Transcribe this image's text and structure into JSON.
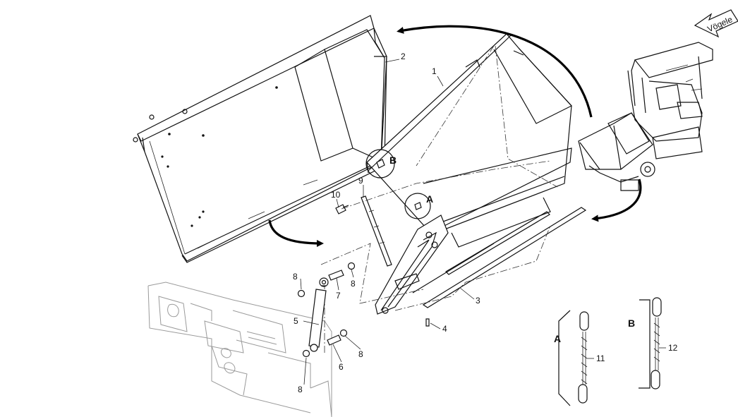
{
  "part_labels": {
    "p1": "1",
    "p2": "2",
    "p3": "3",
    "p4": "4",
    "p5": "5",
    "p6": "6",
    "p7": "7",
    "p8a": "8",
    "p8b": "8",
    "p8c": "8",
    "p8d": "8",
    "p9": "9",
    "p10": "10",
    "p11": "11",
    "p12": "12"
  },
  "detail_markers": {
    "a": "A",
    "b": "B"
  },
  "chain_details": {
    "a_label": "A",
    "b_label": "B"
  },
  "brand_logo": {
    "text": "Vögele"
  }
}
